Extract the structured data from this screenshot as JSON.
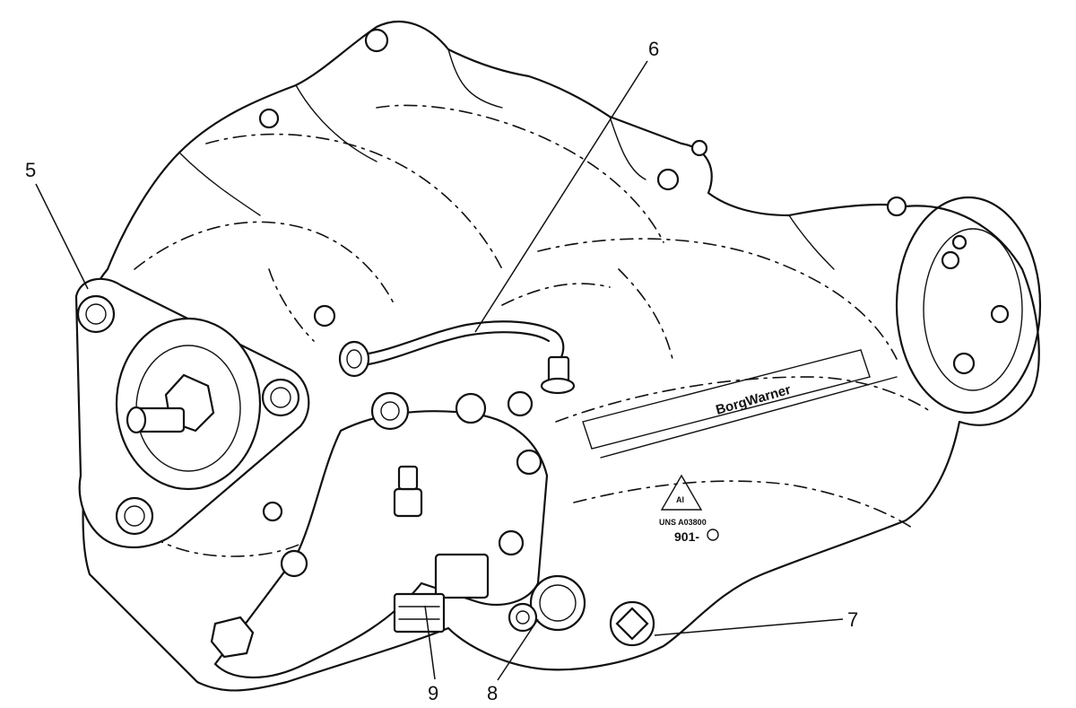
{
  "callouts": [
    {
      "id": "5",
      "label": "5"
    },
    {
      "id": "6",
      "label": "6"
    },
    {
      "id": "7",
      "label": "7"
    },
    {
      "id": "8",
      "label": "8"
    },
    {
      "id": "9",
      "label": "9"
    }
  ],
  "casting_marks": {
    "brand": "BorgWarner",
    "material": "Al",
    "standard": "UNS A03800",
    "part_code": "901-"
  }
}
